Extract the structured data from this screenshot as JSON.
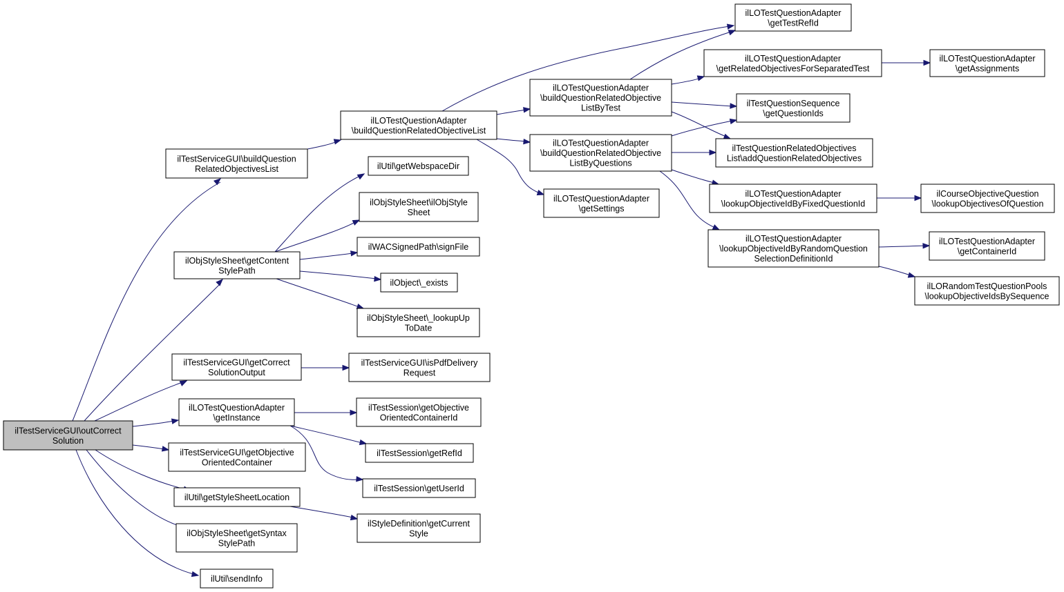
{
  "colors": {
    "edge": "#191970",
    "root_fill": "#bfbfbf",
    "node_fill": "#ffffff",
    "node_border": "#000000"
  },
  "nodes": {
    "outCorrectSolution": [
      "ilTestServiceGUI\\outCorrect",
      "Solution"
    ],
    "buildQuestionRelatedObjectivesList": [
      "ilTestServiceGUI\\buildQuestion",
      "RelatedObjectivesList"
    ],
    "getContentStylePath": [
      "ilObjStyleSheet\\getContent",
      "StylePath"
    ],
    "getCorrectSolutionOutput": [
      "ilTestServiceGUI\\getCorrect",
      "SolutionOutput"
    ],
    "adapterGetInstance": [
      "ilLOTestQuestionAdapter",
      "\\getInstance"
    ],
    "getObjectiveOrientedContainer": [
      "ilTestServiceGUI\\getObjective",
      "OrientedContainer"
    ],
    "getStyleSheetLocation": [
      "ilUtil\\getStyleSheetLocation"
    ],
    "getSyntaxStylePath": [
      "ilObjStyleSheet\\getSyntax",
      "StylePath"
    ],
    "sendInfo": [
      "ilUtil\\sendInfo"
    ],
    "adapterBuildList": [
      "ilLOTestQuestionAdapter",
      "\\buildQuestionRelatedObjectiveList"
    ],
    "getWebspaceDir": [
      "ilUtil\\getWebspaceDir"
    ],
    "ilObjStyleSheetCtor": [
      "ilObjStyleSheet\\ilObjStyle",
      "Sheet"
    ],
    "signFile": [
      "ilWACSignedPath\\signFile"
    ],
    "objectExists": [
      "ilObject\\_exists"
    ],
    "lookupUpToDate": [
      "ilObjStyleSheet\\_lookupUp",
      "ToDate"
    ],
    "isPdfDeliveryRequest": [
      "ilTestServiceGUI\\isPdfDelivery",
      "Request"
    ],
    "getObjectiveOrientedContainerId": [
      "ilTestSession\\getObjective",
      "OrientedContainerId"
    ],
    "getRefId": [
      "ilTestSession\\getRefId"
    ],
    "getUserId": [
      "ilTestSession\\getUserId"
    ],
    "getCurrentStyle": [
      "ilStyleDefinition\\getCurrent",
      "Style"
    ],
    "buildByTest": [
      "ilLOTestQuestionAdapter",
      "\\buildQuestionRelatedObjective",
      "ListByTest"
    ],
    "buildByQuestions": [
      "ilLOTestQuestionAdapter",
      "\\buildQuestionRelatedObjective",
      "ListByQuestions"
    ],
    "adapterGetSettings": [
      "ilLOTestQuestionAdapter",
      "\\getSettings"
    ],
    "getTestRefId": [
      "ilLOTestQuestionAdapter",
      "\\getTestRefId"
    ],
    "getRelatedObjectivesForSeparatedTest": [
      "ilLOTestQuestionAdapter",
      "\\getRelatedObjectivesForSeparatedTest"
    ],
    "getQuestionIds": [
      "ilTestQuestionSequence",
      "\\getQuestionIds"
    ],
    "addQuestionRelatedObjectives": [
      "ilTestQuestionRelatedObjectives",
      "List\\addQuestionRelatedObjectives"
    ],
    "lookupByFixed": [
      "ilLOTestQuestionAdapter",
      "\\lookupObjectiveIdByFixedQuestionId"
    ],
    "lookupByRandom": [
      "ilLOTestQuestionAdapter",
      "\\lookupObjectiveIdByRandomQuestion",
      "SelectionDefinitionId"
    ],
    "getAssignments": [
      "ilLOTestQuestionAdapter",
      "\\getAssignments"
    ],
    "lookupObjectivesOfQuestion": [
      "ilCourseObjectiveQuestion",
      "\\lookupObjectivesOfQuestion"
    ],
    "adapterGetContainerId": [
      "ilLOTestQuestionAdapter",
      "\\getContainerId"
    ],
    "lookupObjectiveIdsBySequence": [
      "ilLORandomTestQuestionPools",
      "\\lookupObjectiveIdsBySequence"
    ]
  }
}
